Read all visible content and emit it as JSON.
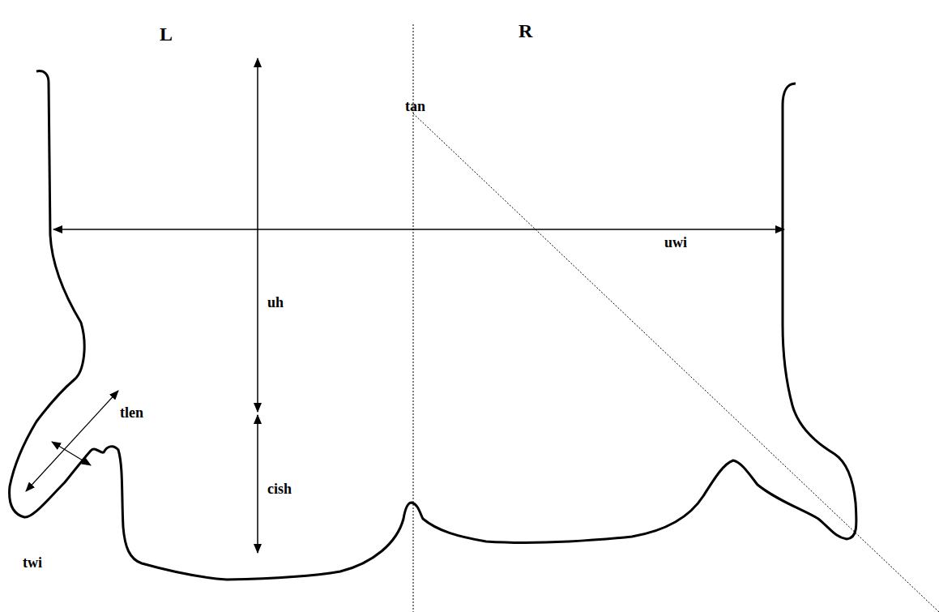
{
  "diagram": {
    "labels": [
      "L",
      "R",
      "tan",
      "uwi",
      "uh",
      "tlen",
      "cish",
      "twi"
    ]
  }
}
